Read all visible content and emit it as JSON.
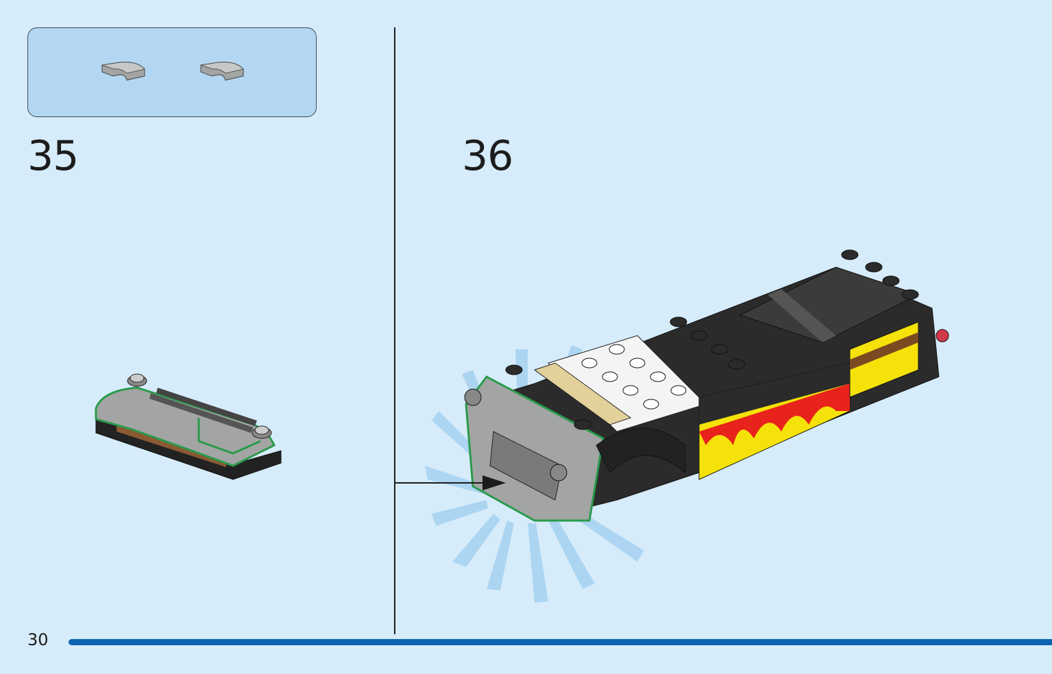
{
  "page": {
    "number": "30",
    "background": "#d6ecfa",
    "progress_color": "#0e63b0"
  },
  "parts_box": {
    "background": "#b3d7f3",
    "parts": [
      {
        "name": "grey-curved-slope-1x2"
      },
      {
        "name": "grey-curved-slope-1x2"
      }
    ]
  },
  "steps": [
    {
      "number": "35"
    },
    {
      "number": "36"
    }
  ],
  "colors": {
    "brick_black": "#2b2b2b",
    "brick_grey": "#a3a5a4",
    "highlight_green": "#2a9a4c",
    "flame_yellow": "#f5e20a",
    "flame_red": "#e8231c",
    "tan": "#e3d19c",
    "brown": "#7a4a22",
    "burst_blue": "#a8d3f2"
  }
}
